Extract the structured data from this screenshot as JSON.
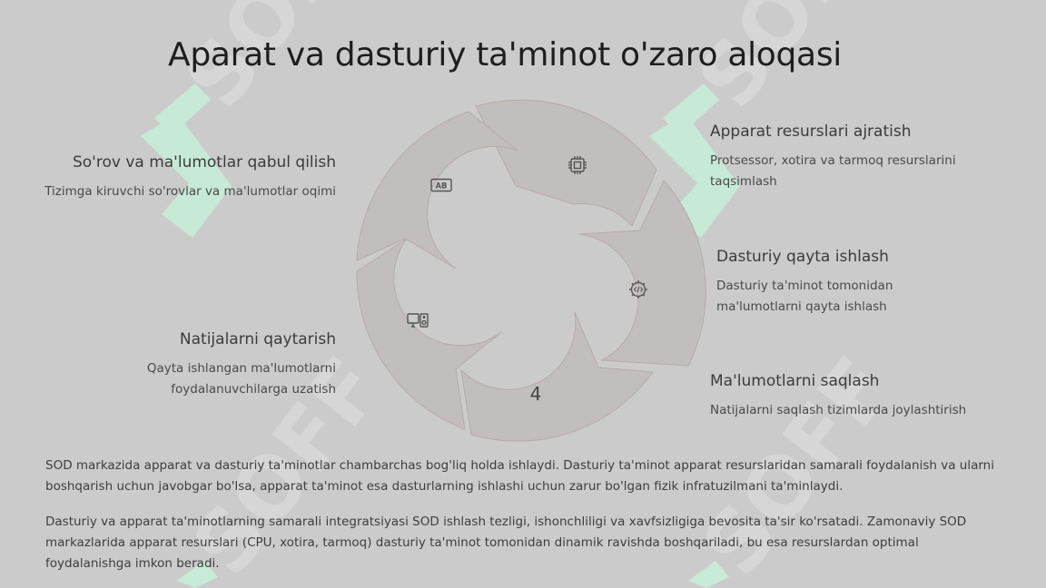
{
  "title": "Aparat va dasturiy ta'minot o'zaro aloqasi",
  "steps": [
    {
      "id": "s1",
      "title": "Apparat resurslari ajratish",
      "desc": "Protsessor, xotira va tarmoq resurslarini taqsimlash",
      "icon": "cpu-icon"
    },
    {
      "id": "s2",
      "title": "Dasturiy qayta ishlash",
      "desc": "Dasturiy ta'minot tomonidan ma'lumotlarni qayta ishlash",
      "icon": "code-gear-icon"
    },
    {
      "id": "s3",
      "title": "Ma'lumotlarni saqlash",
      "desc": "Natijalarni saqlash tizimlarda joylashtirish",
      "icon": "",
      "segment_label": "4"
    },
    {
      "id": "s4",
      "title": "Natijalarni qaytarish",
      "desc": "Qayta ishlangan ma'lumotlarni foydalanuvchilarga uzatish",
      "icon": "monitor-speaker-icon"
    },
    {
      "id": "s5",
      "title": "So'rov va ma'lumotlar qabul qilish",
      "desc": "Tizimga kiruvchi so'rovlar va ma'lumotlar oqimi",
      "icon": "ab-box-icon"
    }
  ],
  "paragraphs": [
    "SOD markazida apparat va dasturiy ta'minotlar chambarchas bog'liq holda ishlaydi. Dasturiy ta'minot apparat resurslaridan samarali foydalanish va ularni boshqarish uchun javobgar bo'lsa, apparat ta'minot esa dasturlarning ishlashi uchun zarur bo'lgan fizik infratuzilmani ta'minlaydi.",
    "Dasturiy va apparat ta'minotlarning samarali integratsiyasi SOD ishlash tezligi, ishonchliligi va xavfsizligiga bevosita ta'sir ko'rsatadi. Zamonaviy SOD markazlarida apparat resurslari (CPU, xotira, tarmoq) dasturiy ta'minot tomonidan dinamik ravishda boshqariladi, bu esa resurslardan optimal foydalanishga imkon beradi."
  ],
  "watermark": {
    "text": "SOFF",
    "logo_color": "#c6ecd8",
    "text_color": "#d6d6d6"
  },
  "colors": {
    "background": "#cbcbcb",
    "segment": "#c3bebe",
    "segment_stroke": "#b7aaaa",
    "hub": "#cbcbcb",
    "icon": "#555555"
  }
}
